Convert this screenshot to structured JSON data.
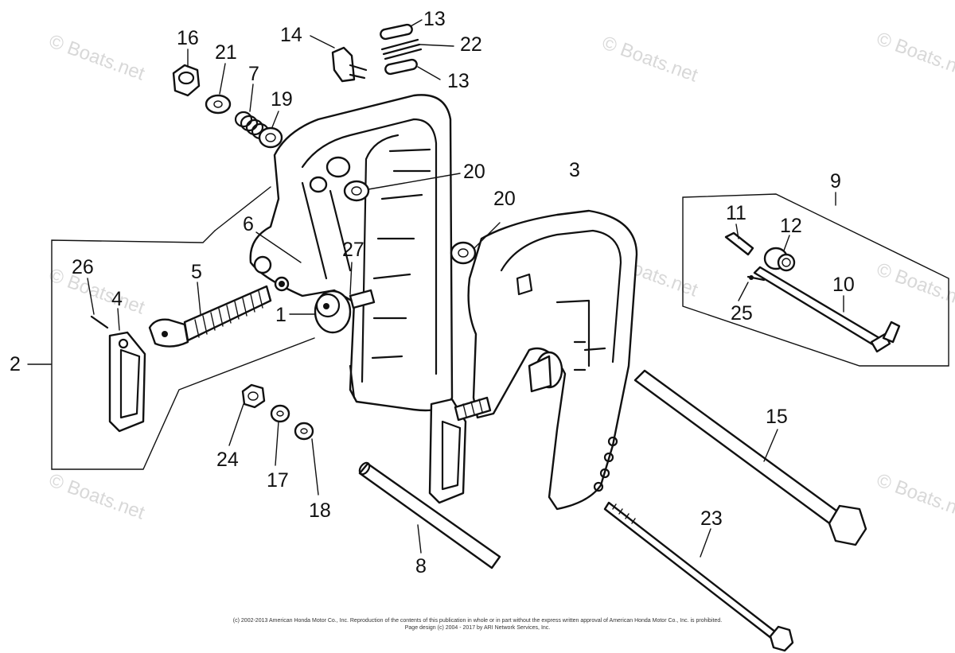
{
  "watermark": "© Boats.net",
  "callouts": [
    {
      "label": "16"
    },
    {
      "label": "21"
    },
    {
      "label": "7"
    },
    {
      "label": "19"
    },
    {
      "label": "14"
    },
    {
      "label": "13"
    },
    {
      "label": "22"
    },
    {
      "label": "13"
    },
    {
      "label": "20"
    },
    {
      "label": "20"
    },
    {
      "label": "3"
    },
    {
      "label": "9"
    },
    {
      "label": "11"
    },
    {
      "label": "12"
    },
    {
      "label": "10"
    },
    {
      "label": "25"
    },
    {
      "label": "6"
    },
    {
      "label": "27"
    },
    {
      "label": "5"
    },
    {
      "label": "26"
    },
    {
      "label": "4"
    },
    {
      "label": "1"
    },
    {
      "label": "2"
    },
    {
      "label": "24"
    },
    {
      "label": "17"
    },
    {
      "label": "18"
    },
    {
      "label": "8"
    },
    {
      "label": "15"
    },
    {
      "label": "23"
    }
  ],
  "footer": {
    "copyright_line1": "(c) 2002-2013 American Honda Motor Co., Inc. Reproduction of the contents of this publication in whole or in part without the express written approval of American Honda Motor Co., Inc. is prohibited.",
    "copyright_line2": "Page design (c) 2004 - 2017 by ARI Network Services, Inc."
  }
}
